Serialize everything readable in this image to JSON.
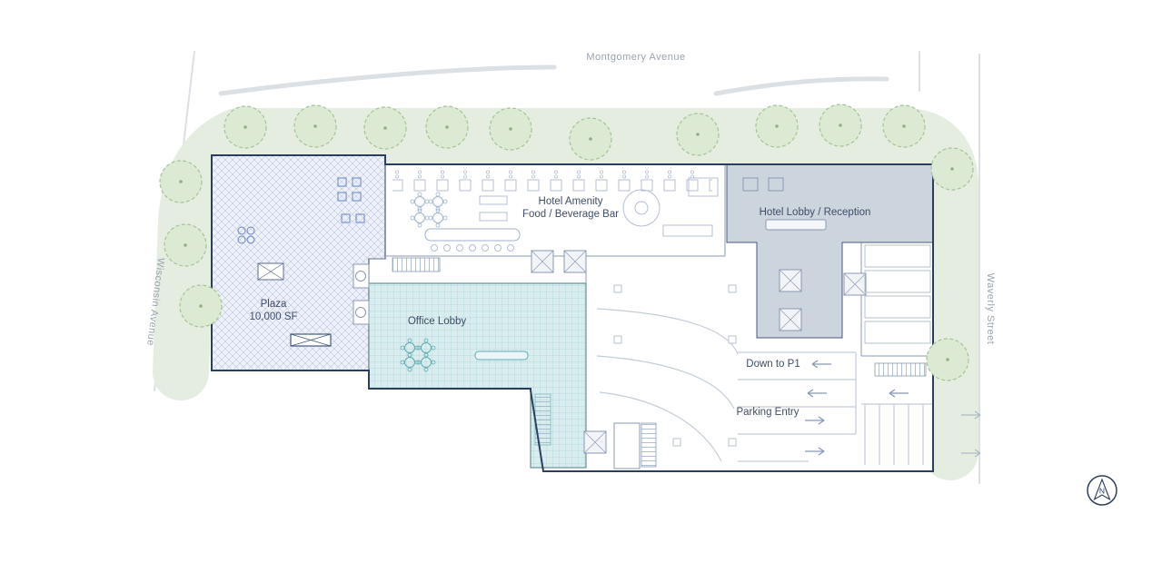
{
  "streets": {
    "top": "Montgomery Avenue",
    "left": "Wisconsin Avenue",
    "right": "Waverly Street"
  },
  "areas": {
    "plaza": {
      "label": "Plaza",
      "size": "10,000 SF"
    },
    "hotel_amenity": {
      "line1": "Hotel Amenity",
      "line2": "Food / Beverage Bar"
    },
    "hotel_lobby": {
      "label": "Hotel Lobby / Reception"
    },
    "office_lobby": {
      "label": "Office Lobby"
    },
    "parking": {
      "down": "Down to P1",
      "entry": "Parking Entry"
    }
  },
  "compass": {
    "label": "N"
  },
  "colors": {
    "landscape_band": "#e4ede0",
    "tree_fill": "#dcead3",
    "tree_stroke": "#a5c497",
    "plaza_fill": "#eef1f8",
    "plaza_hatch": "#bcc6e4",
    "office_fill": "#d9edef",
    "office_grid": "#a9d3d7",
    "hotel_lobby_fill": "#ccd4de",
    "building_outline": "#2c3e5d",
    "linework": "#b4bfd4",
    "street_text": "#9aa3ae",
    "label_text": "#3e4c66"
  }
}
